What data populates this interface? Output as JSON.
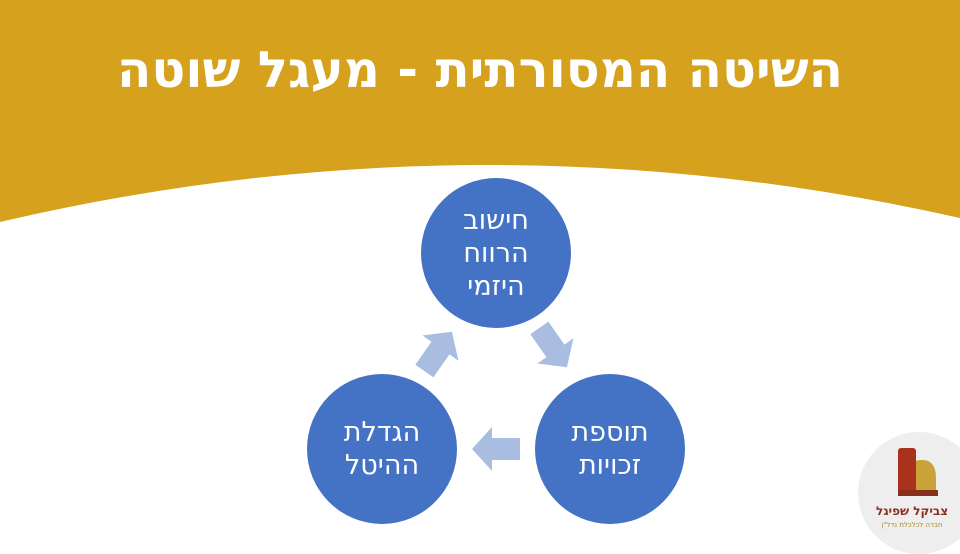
{
  "slide": {
    "title": "השיטה המסורתית - מעגל שוטה"
  },
  "cycle": {
    "nodes": {
      "top": "חישוב\nהרווח\nהיזמי",
      "right": "תוספת\nזכויות",
      "left": "הגדלת\nההיטל"
    }
  },
  "logo": {
    "name": "צביקל שפיגל",
    "tagline": "חברה לכלכלת נדל\"ן"
  },
  "colors": {
    "header": "#d6a11c",
    "node": "#4472c4",
    "arrow": "#a9bde0",
    "logo_red": "#a8321c",
    "logo_gold": "#c9a23a"
  },
  "icons": {
    "arrow": "chevron-arrow-icon",
    "logo": "company-logo-icon"
  }
}
